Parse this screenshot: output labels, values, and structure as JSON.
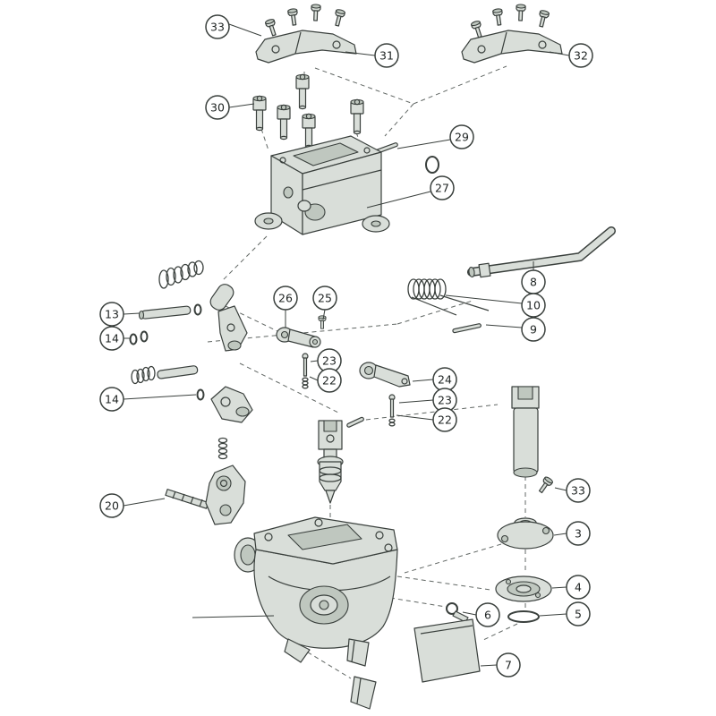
{
  "diagram": {
    "type": "exploded-parts-diagram",
    "callouts": [
      {
        "number": "33"
      },
      {
        "number": "31"
      },
      {
        "number": "32"
      },
      {
        "number": "30"
      },
      {
        "number": "29"
      },
      {
        "number": "27"
      },
      {
        "number": "8"
      },
      {
        "number": "10"
      },
      {
        "number": "9"
      },
      {
        "number": "13"
      },
      {
        "number": "14"
      },
      {
        "number": "26"
      },
      {
        "number": "25"
      },
      {
        "number": "23"
      },
      {
        "number": "22"
      },
      {
        "number": "24"
      },
      {
        "number": "23"
      },
      {
        "number": "22"
      },
      {
        "number": "14"
      },
      {
        "number": "20"
      },
      {
        "number": "33"
      },
      {
        "number": "3"
      },
      {
        "number": "4"
      },
      {
        "number": "5"
      },
      {
        "number": "6"
      },
      {
        "number": "7"
      }
    ],
    "colors": {
      "background": "#ffffff",
      "line": "#3a403d",
      "part_fill": "#d9ded9",
      "part_fill_dark": "#bfc7bf",
      "callout_fill": "#ffffff",
      "dashed": "#616764"
    }
  }
}
